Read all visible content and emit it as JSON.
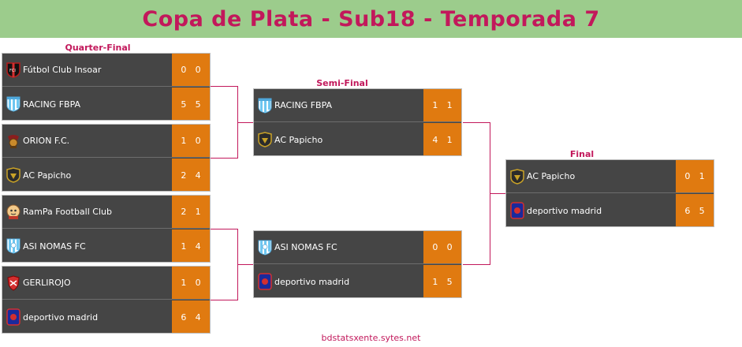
{
  "title": "Copa de Plata - Sub18 - Temporada 7",
  "rounds": {
    "quarter": "Quarter-Final",
    "semi": "Semi-Final",
    "final": "Final"
  },
  "quarter_finals": [
    {
      "team1": {
        "name": "Fútbol Club Insoar",
        "logo": "insoar-crest-icon",
        "s1": "0",
        "s2": "0"
      },
      "team2": {
        "name": "RACING FBPA",
        "logo": "racing-crest-icon",
        "s1": "5",
        "s2": "5"
      }
    },
    {
      "team1": {
        "name": "ORION F.C.",
        "logo": "orion-crest-icon",
        "s1": "1",
        "s2": "0"
      },
      "team2": {
        "name": "AC Papicho",
        "logo": "papicho-crest-icon",
        "s1": "2",
        "s2": "4"
      }
    },
    {
      "team1": {
        "name": "RamPa Football Club",
        "logo": "rampa-crest-icon",
        "s1": "2",
        "s2": "1"
      },
      "team2": {
        "name": "ASI NOMAS FC",
        "logo": "asinomas-crest-icon",
        "s1": "1",
        "s2": "4"
      }
    },
    {
      "team1": {
        "name": "GERLIROJO",
        "logo": "gerlirojo-crest-icon",
        "s1": "1",
        "s2": "0"
      },
      "team2": {
        "name": "deportivo madrid",
        "logo": "deportivo-crest-icon",
        "s1": "6",
        "s2": "4"
      }
    }
  ],
  "semi_finals": [
    {
      "team1": {
        "name": "RACING FBPA",
        "logo": "racing-crest-icon",
        "s1": "1",
        "s2": "1"
      },
      "team2": {
        "name": "AC Papicho",
        "logo": "papicho-crest-icon",
        "s1": "4",
        "s2": "1"
      }
    },
    {
      "team1": {
        "name": "ASI NOMAS FC",
        "logo": "asinomas-crest-icon",
        "s1": "0",
        "s2": "0"
      },
      "team2": {
        "name": "deportivo madrid",
        "logo": "deportivo-crest-icon",
        "s1": "1",
        "s2": "5"
      }
    }
  ],
  "final": {
    "team1": {
      "name": "AC Papicho",
      "logo": "papicho-crest-icon",
      "s1": "0",
      "s2": "1"
    },
    "team2": {
      "name": "deportivo madrid",
      "logo": "deportivo-crest-icon",
      "s1": "6",
      "s2": "5"
    }
  },
  "footer": "bdstatsxente.sytes.net",
  "colors": {
    "title": "#c2185b",
    "header_bg": "#9ccc8c",
    "card_bg": "#454545",
    "score_bg": "#e07a10",
    "line": "#c2185b"
  }
}
